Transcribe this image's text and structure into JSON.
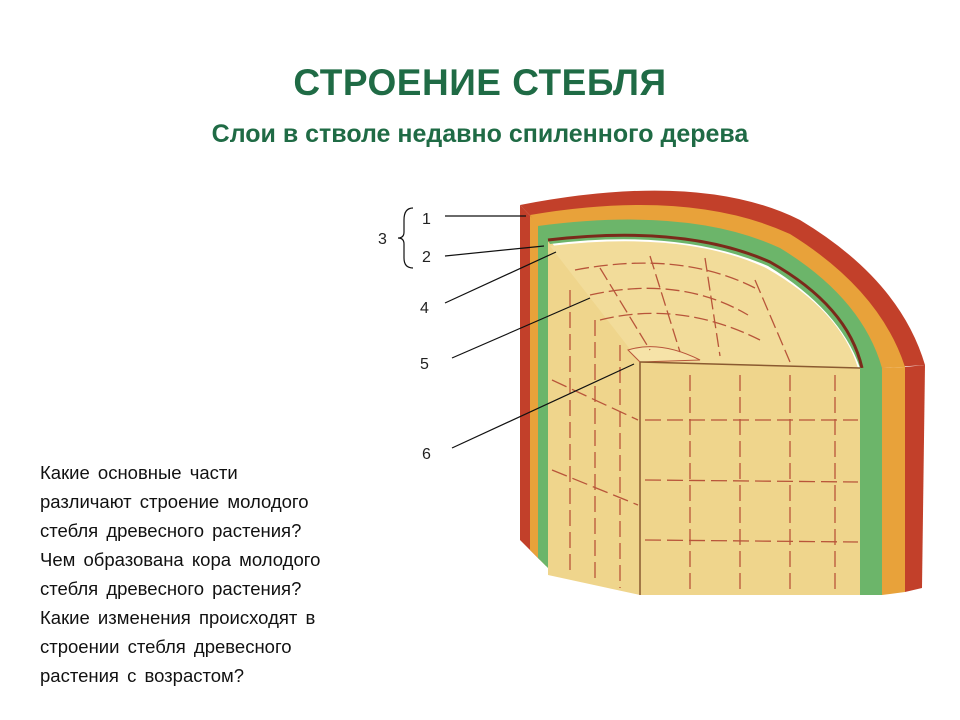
{
  "title": "СТРОЕНИЕ СТЕБЛЯ",
  "subtitle": "Слои в стволе недавно спиленного дерева",
  "diagram": {
    "labels": [
      "1",
      "2",
      "3",
      "4",
      "5",
      "6"
    ],
    "colors": {
      "bark_outer": "#c2402a",
      "bark_inner": "#e8a23a",
      "cambium": "#6cb56a",
      "wood": "#f2dc9a",
      "wood_side": "#efd58c",
      "core": "#f6e3a8",
      "fibers": "#b8553a"
    }
  },
  "questions": [
    "Какие  основные  части",
    "различают  строение  молодого",
    "стебля  древесного растения?",
    "Чем  образована  кора  молодого",
    "стебля  древесного  растения?",
    "Какие  изменения  происходят  в",
    "строении  стебля  древесного",
    "растения  с  возрастом?"
  ]
}
